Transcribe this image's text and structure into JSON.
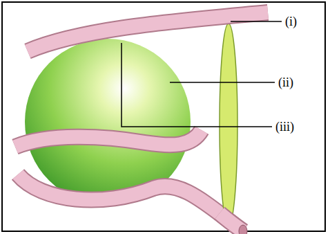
{
  "diagram": {
    "labels": [
      "(i)",
      "(ii)",
      "(iii)"
    ]
  }
}
